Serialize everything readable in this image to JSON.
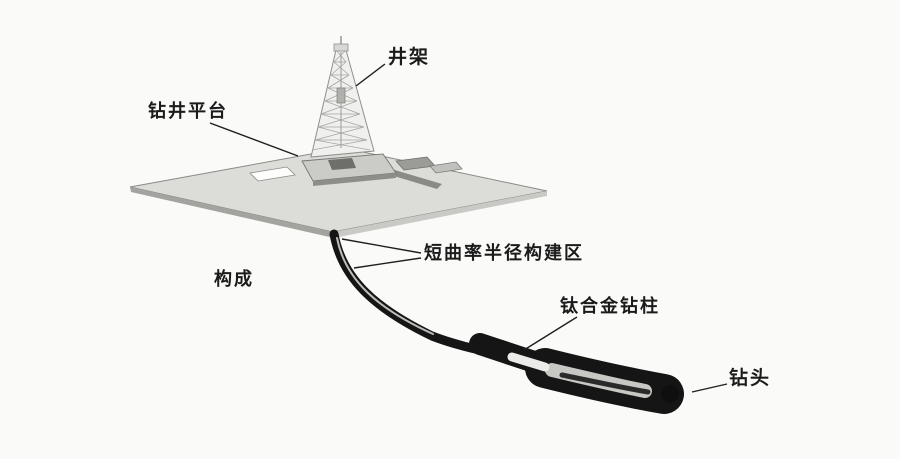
{
  "diagram": {
    "labels": {
      "derrick": "井架",
      "drilling_platform": "钻井平台",
      "short_radius_build_zone": "短曲率半径构建区",
      "composition": "构成",
      "titanium_drill_pipe": "钛合金钻柱",
      "drill_bit": "钻头"
    },
    "colors": {
      "background": "#fafaf8",
      "ink": "#1b1b1b",
      "platform_top": "#dcdcd9",
      "platform_edge_left": "#a3a3a0",
      "platform_edge_right": "#c9c9c6",
      "pipe_dark": "#151515",
      "pipe_highlight": "#c7c7c3"
    }
  }
}
